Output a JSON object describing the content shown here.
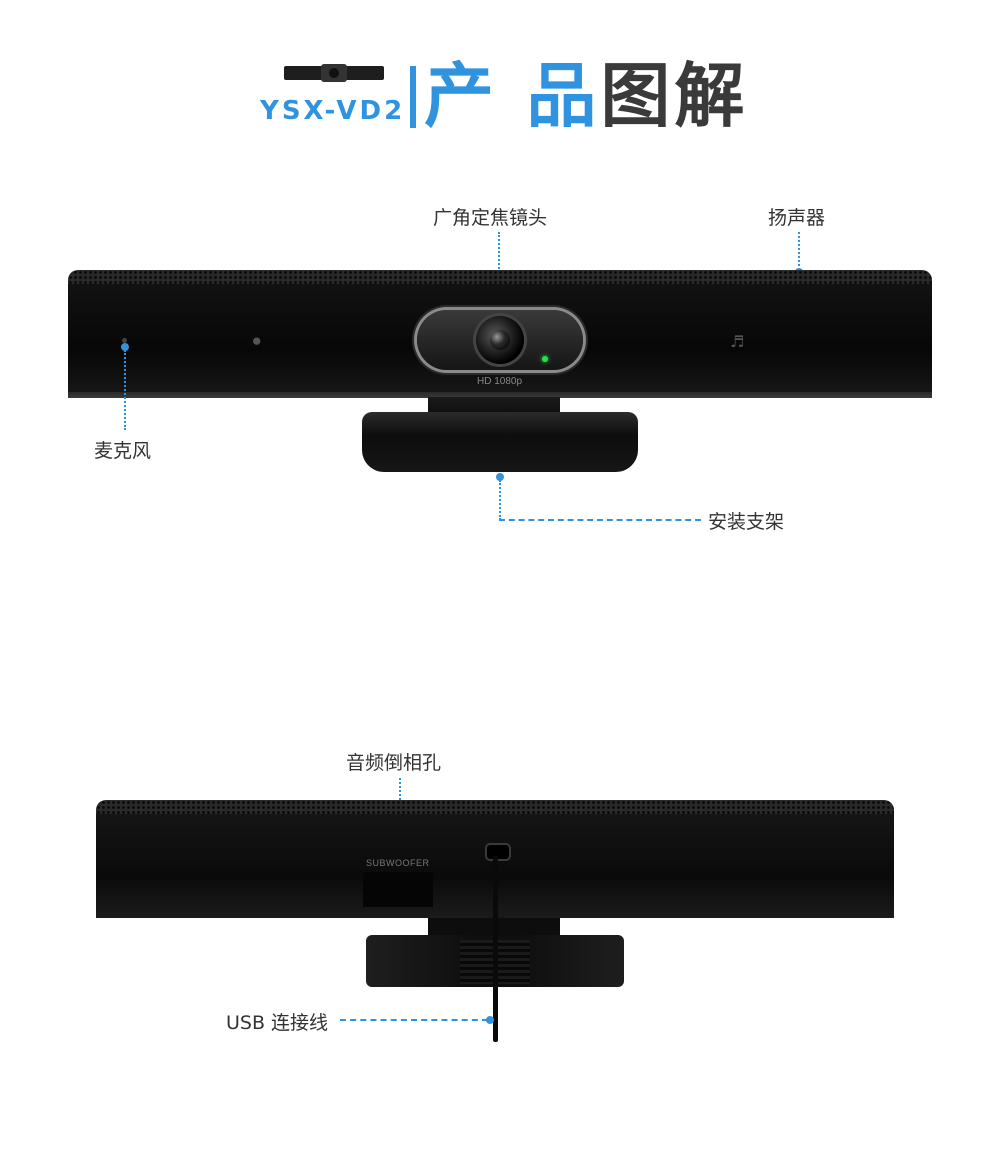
{
  "header": {
    "model": "YSX-VD2",
    "title_blue": "产 品",
    "title_dark": "图解"
  },
  "front_labels": {
    "lens": "广角定焦镜头",
    "speaker": "扬声器",
    "microphone": "麦克风",
    "mount": "安装支架"
  },
  "device_print": {
    "resolution": "HD 1080p",
    "subwoofer": "SUBWOOFER"
  },
  "back_labels": {
    "audio_port": "音频倒相孔",
    "usb": "USB 连接线"
  },
  "icons": {
    "mic": "microphone-icon",
    "speaker": "speaker-icon"
  },
  "colors": {
    "accent": "#2f93e0",
    "led": "#27e04a"
  }
}
